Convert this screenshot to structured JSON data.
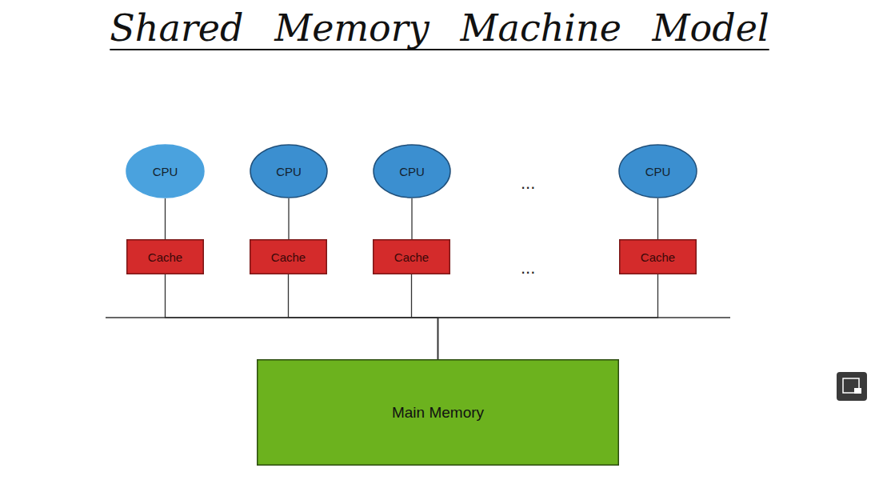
{
  "diagram": {
    "title": "Shared Memory Machine Model",
    "nodes": [
      {
        "text": [
          "CPU"
        ]
      },
      {
        "text": [
          "CPU"
        ]
      },
      {
        "text": [
          "CPU"
        ]
      },
      {
        "text": [
          "CPU"
        ]
      },
      {
        "text": [
          "Cache"
        ]
      },
      {
        "text": [
          "Cache"
        ]
      },
      {
        "text": [
          "Cache"
        ]
      },
      {
        "text": [
          "Cache"
        ]
      },
      {
        "text": [
          "Main Memory"
        ]
      }
    ],
    "edges": [
      {
        "from": 0,
        "to": 4,
        "arrow": "none"
      },
      {
        "from": 1,
        "to": 5,
        "arrow": "none"
      },
      {
        "from": 2,
        "to": 6,
        "arrow": "none"
      },
      {
        "from": 3,
        "to": 7,
        "arrow": "none"
      },
      {
        "from": 4,
        "to": 8,
        "arrow": "none"
      },
      {
        "from": 5,
        "to": 8,
        "arrow": "none"
      },
      {
        "from": 6,
        "to": 8,
        "arrow": "none"
      },
      {
        "from": 7,
        "to": 8,
        "arrow": "none"
      }
    ],
    "labels": [
      "...",
      "..."
    ]
  }
}
